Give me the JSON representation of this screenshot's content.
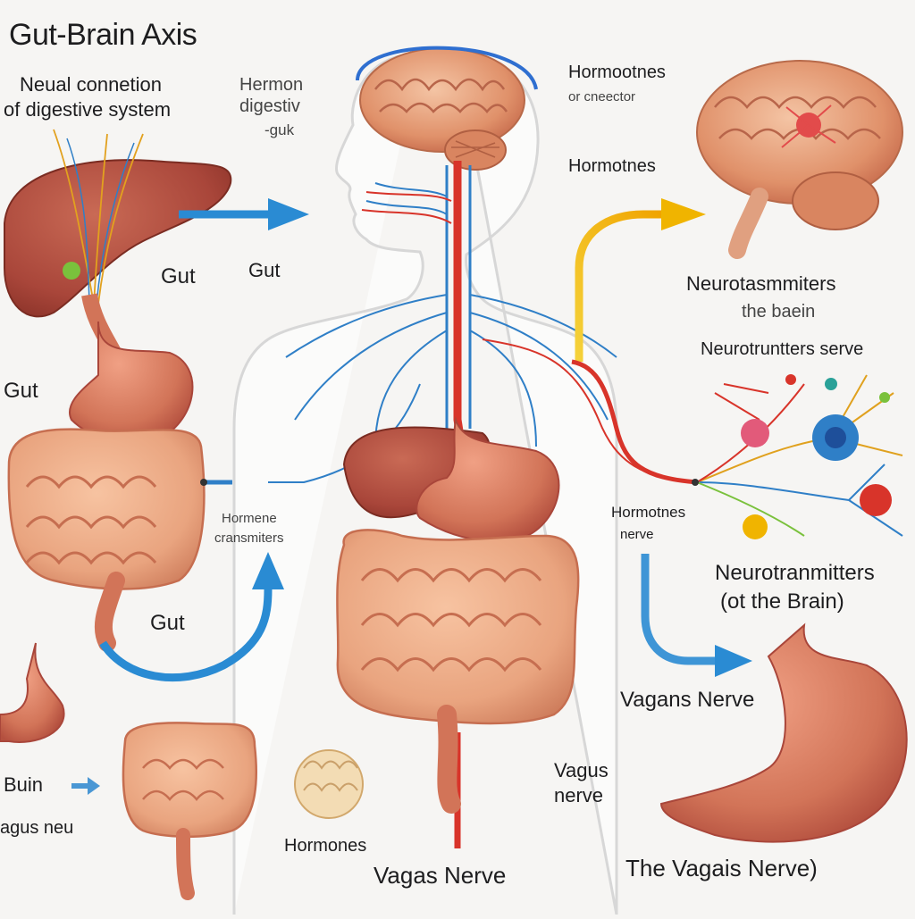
{
  "title": "Gut-Brain Axis",
  "labels": {
    "neural_line1": "Neual connetion",
    "neural_line2": "of digestive system",
    "hermon_line1": "Hermon",
    "hermon_line2": "digestiv",
    "hermon_line3": "-guk",
    "hormones_top": "Hormootnes",
    "connector": "or cneector",
    "hormones_mid": "Hormotnes",
    "gut_1": "Gut",
    "gut_2": "Gut",
    "gut_3": "Gut",
    "gut_4": "Gut",
    "neurotrans_1": "Neurotasmmiters",
    "the_brain_1": "the baein",
    "neurotrunters_nerve": "Neurotruntters serve",
    "hormone_small_1": "Hormene",
    "hormone_small_2": "cransmiters",
    "hormones_nerve_1": "Hormotnes",
    "hormones_nerve_2": "nerve",
    "neurotrans_2": "Neurotranmitters",
    "neurotrans_2_sub": "(ot the Brain)",
    "vagans_nerve": "Vagans Nerve",
    "buin": "Buin",
    "vagus_neu": "agus neu",
    "vagus_nerve_1": "Vagus",
    "vagus_nerve_2": "nerve",
    "hormones_bottom": "Hormones",
    "vagas_nerve_bottom": "Vagas Nerve",
    "the_vagais_nerve": "The Vagais Nerve)"
  },
  "colors": {
    "background": "#f6f5f3",
    "organ": "#d87a5c",
    "organ_dark": "#a9463a",
    "intestine": "#e9a47f",
    "brain": "#e29a73",
    "nerve_blue": "#2f7fc7",
    "nerve_red": "#d8342a",
    "arrow_blue": "#2a8bd3",
    "arrow_yellow": "#f0b400",
    "body_outline": "#d9d9d9"
  },
  "icons": [
    "right-arrow-icon",
    "up-arrow-icon",
    "down-arrow-icon",
    "neuron-cluster-icon"
  ]
}
